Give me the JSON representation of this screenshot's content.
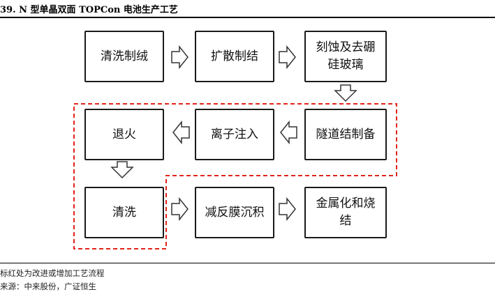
{
  "figure": {
    "title": "39. N 型单晶双面 TOPCon 电池生产工艺"
  },
  "nodes": {
    "clean_texture": {
      "label": "清洗制绒"
    },
    "diffusion": {
      "label": "扩散制结"
    },
    "etch_deboron_line1": "刻蚀及去硼",
    "etch_deboron_line2": "硅玻璃",
    "tunnel": {
      "label": "隧道结制备"
    },
    "ion_implant": {
      "label": "离子注入"
    },
    "anneal": {
      "label": "退火"
    },
    "clean": {
      "label": "清洗"
    },
    "deposition": {
      "label": "减反膜沉积"
    },
    "metal_line1": "金属化和烧",
    "metal_line2": "结"
  },
  "colors": {
    "highlight_dashed": "#e2231a",
    "box_border": "#1a1a1a",
    "arrow_stroke": "#333333"
  },
  "notes": {
    "note1": "标红处为改进或增加工艺流程",
    "note2": "来源：中来股份，广证恒生"
  }
}
